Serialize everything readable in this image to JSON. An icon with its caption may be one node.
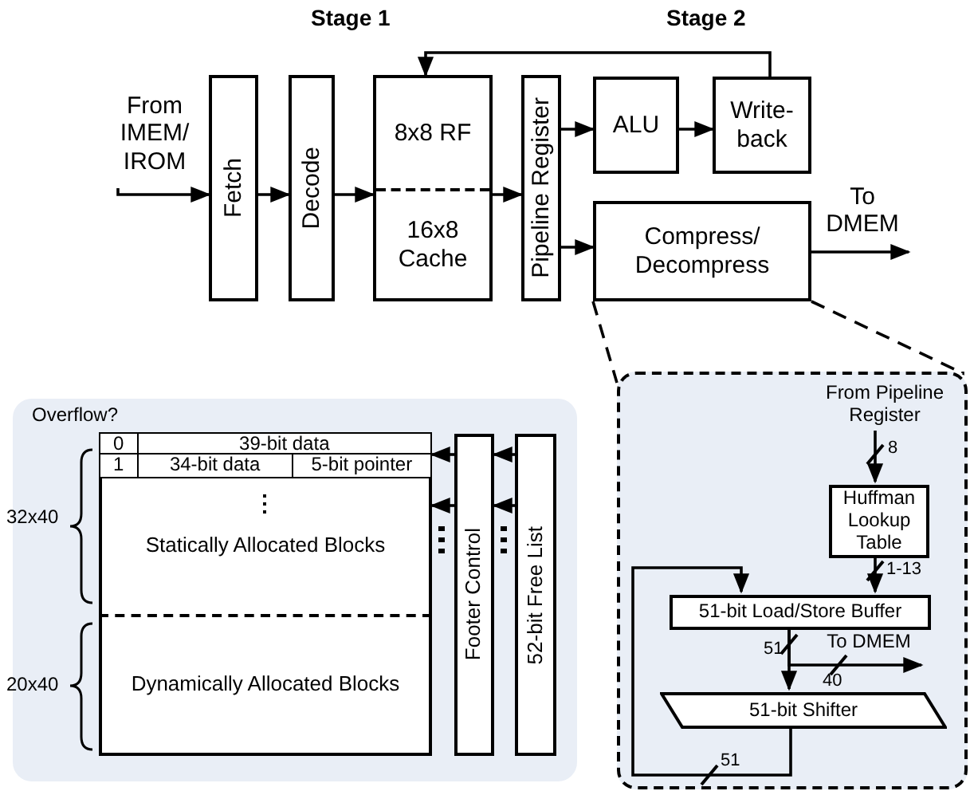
{
  "diagram": {
    "nodes": [
      {
        "text": [
          "From IMEM/ IROM"
        ]
      },
      {
        "text": [
          "Fetch"
        ]
      },
      {
        "text": [
          "Decode"
        ]
      },
      {
        "text": [
          "8x8 RF",
          "16x8 Cache"
        ]
      },
      {
        "text": [
          "Pipeline Register"
        ]
      },
      {
        "text": [
          "ALU"
        ]
      },
      {
        "text": [
          "Write- back"
        ]
      },
      {
        "text": [
          "Compress/ Decompress"
        ]
      },
      {
        "text": [
          "To DMEM"
        ]
      },
      {
        "text": [],
        "shape": "box"
      },
      {
        "text": [
          "0",
          "39-bit data"
        ],
        "in": 9
      },
      {
        "text": [
          "1",
          "34-bit data",
          "5-bit pointer"
        ],
        "in": 9
      },
      {
        "text": [
          "Statically Allocated Blocks"
        ],
        "in": 9
      },
      {
        "text": [
          "Dynamically Allocated Blocks"
        ],
        "in": 9
      },
      {
        "text": [
          "Footer Control"
        ],
        "in": 9
      },
      {
        "text": [
          "52-bit Free List"
        ],
        "in": 9
      },
      {
        "text": [],
        "shape": "box"
      },
      {
        "text": [
          "From Pipeline Register"
        ],
        "in": 16
      },
      {
        "text": [
          "Huffman Lookup Table"
        ],
        "in": 16
      },
      {
        "text": [
          "51-bit Load/Store Buffer"
        ],
        "in": 16
      },
      {
        "text": [
          "To DMEM"
        ],
        "in": 16
      },
      {
        "text": [
          "51-bit Shifter"
        ],
        "in": 16
      }
    ],
    "edges": [
      {
        "from": 0,
        "to": 1,
        "arrow": "to"
      },
      {
        "from": 1,
        "to": 2,
        "arrow": "to"
      },
      {
        "from": 2,
        "to": 3,
        "arrow": "to"
      },
      {
        "from": 3,
        "to": 4,
        "arrow": "to"
      },
      {
        "from": 4,
        "to": 5,
        "arrow": "to"
      },
      {
        "from": 4,
        "to": 7,
        "arrow": "to"
      },
      {
        "from": 5,
        "to": 6,
        "arrow": "to"
      },
      {
        "from": 6,
        "to": 3,
        "arrow": "to"
      },
      {
        "from": 7,
        "to": 8,
        "arrow": "to"
      },
      {
        "from": 7,
        "to": 16,
        "arrow": "none",
        "style": "dashed"
      },
      {
        "from": 7,
        "to": 16,
        "arrow": "none",
        "style": "dashed"
      },
      {
        "from": 14,
        "to": 11,
        "arrow": "to"
      },
      {
        "from": 14,
        "to": 12,
        "arrow": "to"
      },
      {
        "from": 15,
        "to": 14,
        "arrow": "to"
      },
      {
        "from": 15,
        "to": 14,
        "arrow": "to"
      },
      {
        "from": 17,
        "to": 18,
        "arrow": "to",
        "label": "8"
      },
      {
        "from": 18,
        "to": 19,
        "arrow": "to",
        "label": "1-13"
      },
      {
        "from": 19,
        "to": 21,
        "arrow": "to",
        "label": "51"
      },
      {
        "from": 19,
        "to": 20,
        "arrow": "to",
        "label": "40"
      },
      {
        "from": 21,
        "to": 19,
        "arrow": "to",
        "label": "51"
      }
    ],
    "labels": [
      "Stage 1",
      "Stage 2",
      "Overflow?",
      "32x40",
      "20x40"
    ]
  }
}
